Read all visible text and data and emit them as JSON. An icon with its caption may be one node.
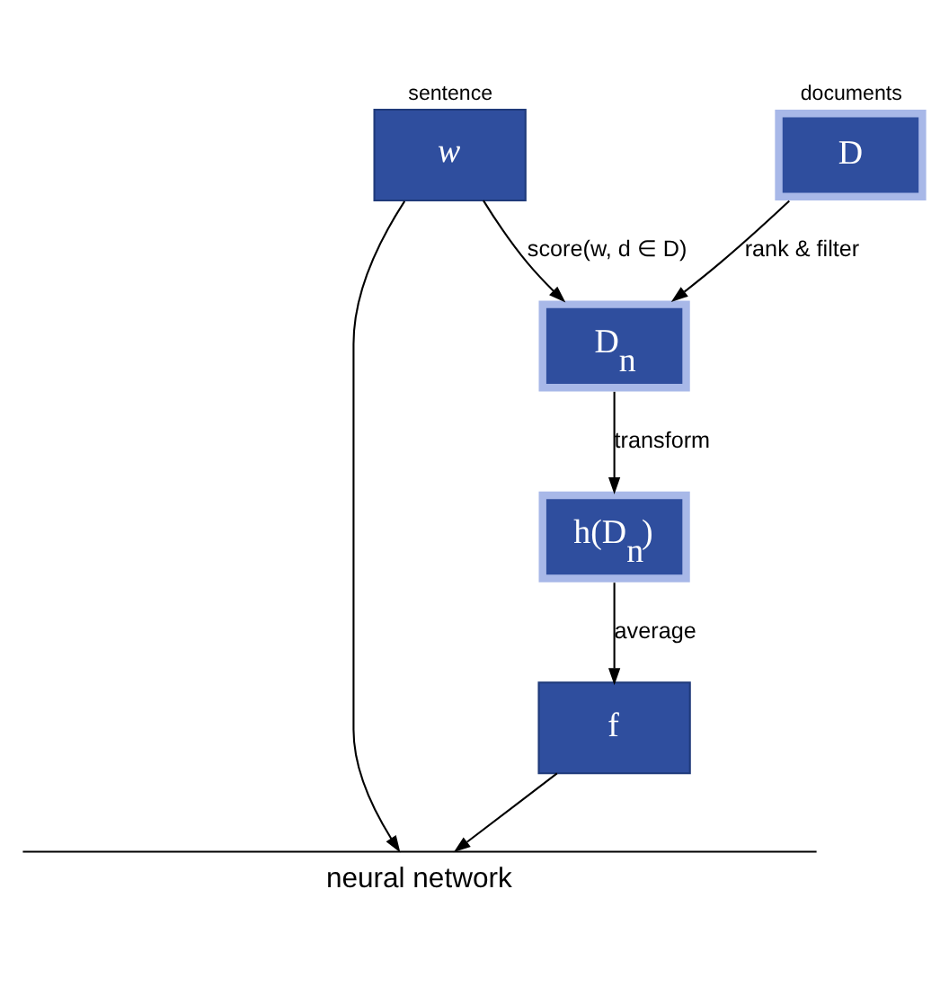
{
  "diagram": {
    "nodes": [
      {
        "text": [
          "w"
        ],
        "beside": [
          "sentence"
        ]
      },
      {
        "text": [
          "D"
        ],
        "beside": [
          "documents"
        ]
      },
      {
        "text": [
          "D$_{n}$"
        ]
      },
      {
        "text": [
          "h(D$_{n}$)"
        ]
      },
      {
        "text": [
          "f"
        ]
      },
      {
        "text": [
          "neural network"
        ]
      }
    ],
    "edges": [
      {
        "from": 1,
        "to": 2,
        "arrow": "to",
        "label": "rank & filter"
      },
      {
        "from": 0,
        "to": 2,
        "arrow": "to",
        "label": "score(w, d ∈ D)"
      },
      {
        "from": 2,
        "to": 3,
        "arrow": "to",
        "label": "transform"
      },
      {
        "from": 3,
        "to": 4,
        "arrow": "to",
        "label": "average"
      },
      {
        "from": 0,
        "to": 5,
        "arrow": "to"
      },
      {
        "from": 4,
        "to": 5,
        "arrow": "to"
      }
    ]
  }
}
